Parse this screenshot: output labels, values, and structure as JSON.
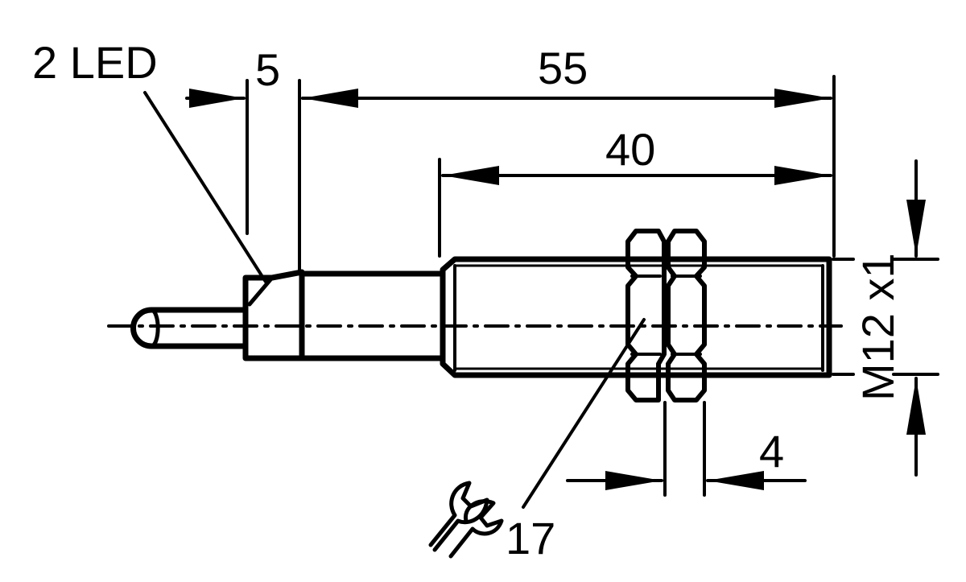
{
  "labels": {
    "led": "2 LED",
    "dim_5": "5",
    "dim_55": "55",
    "dim_40": "40",
    "thread": "M12 x1",
    "dim_4": "4",
    "wrench_size": "17"
  },
  "icons": {
    "wrench": "wrench-icon"
  }
}
